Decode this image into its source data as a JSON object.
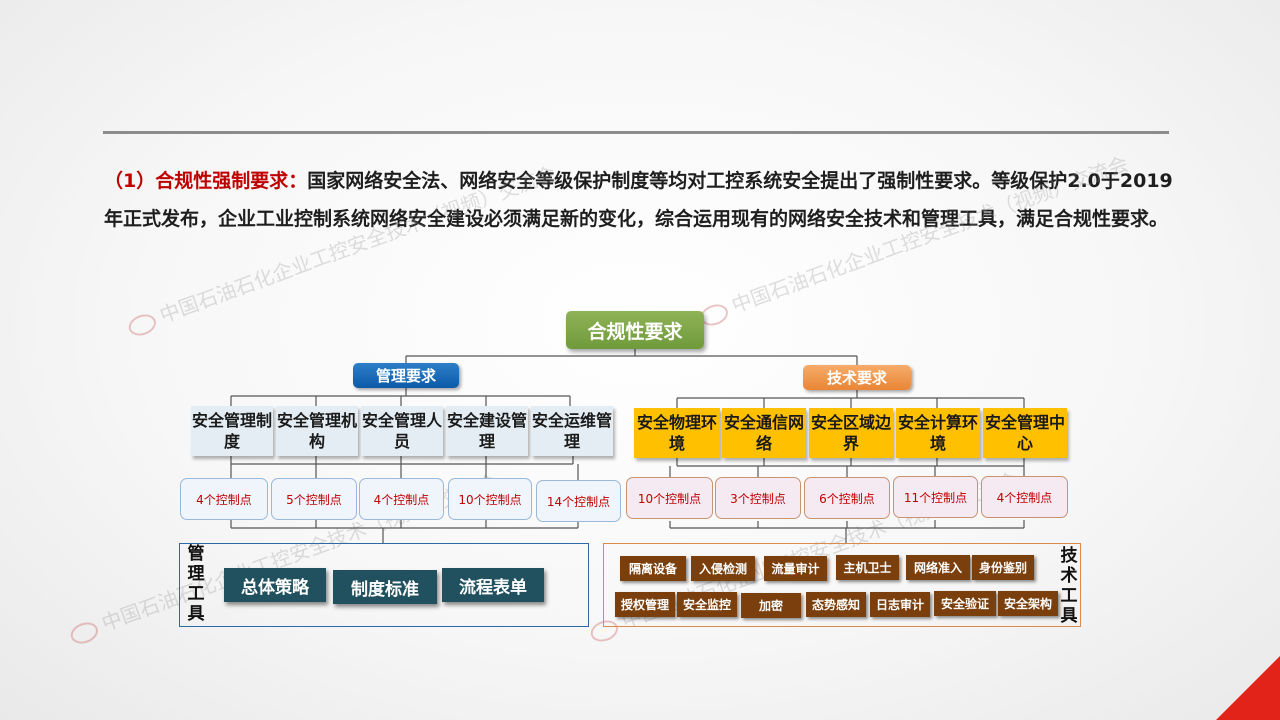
{
  "intro": {
    "lead": "（1）合规性强制要求：",
    "text": "国家网络安全法、网络安全等级保护制度等均对工控系统安全提出了强制性要求。等级保护2.0于2019年正式发布，企业工业控制系统网络安全建设必须满足新的变化，综合运用现有的网络安全技术和管理工具，满足合规性要求。"
  },
  "watermark": "中国石油石化企业工控安全技术（视频）交流会",
  "diagram": {
    "root": "合规性要求",
    "management": {
      "label": "管理要求",
      "items": [
        {
          "name": "安全管理制度",
          "controls": "4个控制点"
        },
        {
          "name": "安全管理机构",
          "controls": "5个控制点"
        },
        {
          "name": "安全管理人员",
          "controls": "4个控制点"
        },
        {
          "name": "安全建设管理",
          "controls": "10个控制点"
        },
        {
          "name": "安全运维管理",
          "controls": "14个控制点"
        }
      ],
      "tools_label": "管理工具",
      "tools": [
        "总体策略",
        "制度标准",
        "流程表单"
      ]
    },
    "technical": {
      "label": "技术要求",
      "items": [
        {
          "name": "安全物理环境",
          "controls": "10个控制点"
        },
        {
          "name": "安全通信网络",
          "controls": "3个控制点"
        },
        {
          "name": "安全区域边界",
          "controls": "6个控制点"
        },
        {
          "name": "安全计算环境",
          "controls": "11个控制点"
        },
        {
          "name": "安全管理中心",
          "controls": "4个控制点"
        }
      ],
      "tools_label": "技术工具",
      "tools_row1": [
        "隔离设备",
        "入侵检测",
        "流量审计",
        "主机卫士",
        "网络准入",
        "身份鉴别"
      ],
      "tools_row2": [
        "授权管理",
        "安全监控",
        "加密",
        "态势感知",
        "日志审计",
        "安全验证",
        "安全架构"
      ]
    }
  },
  "colors": {
    "root": "#7aa343",
    "management_pill": "#0f5da9",
    "technical_pill": "#ee8a3a",
    "technical_req": "#ffc000",
    "management_tool": "#21505f",
    "technical_tool": "#7a3f0c",
    "accent_red": "#c00000"
  }
}
